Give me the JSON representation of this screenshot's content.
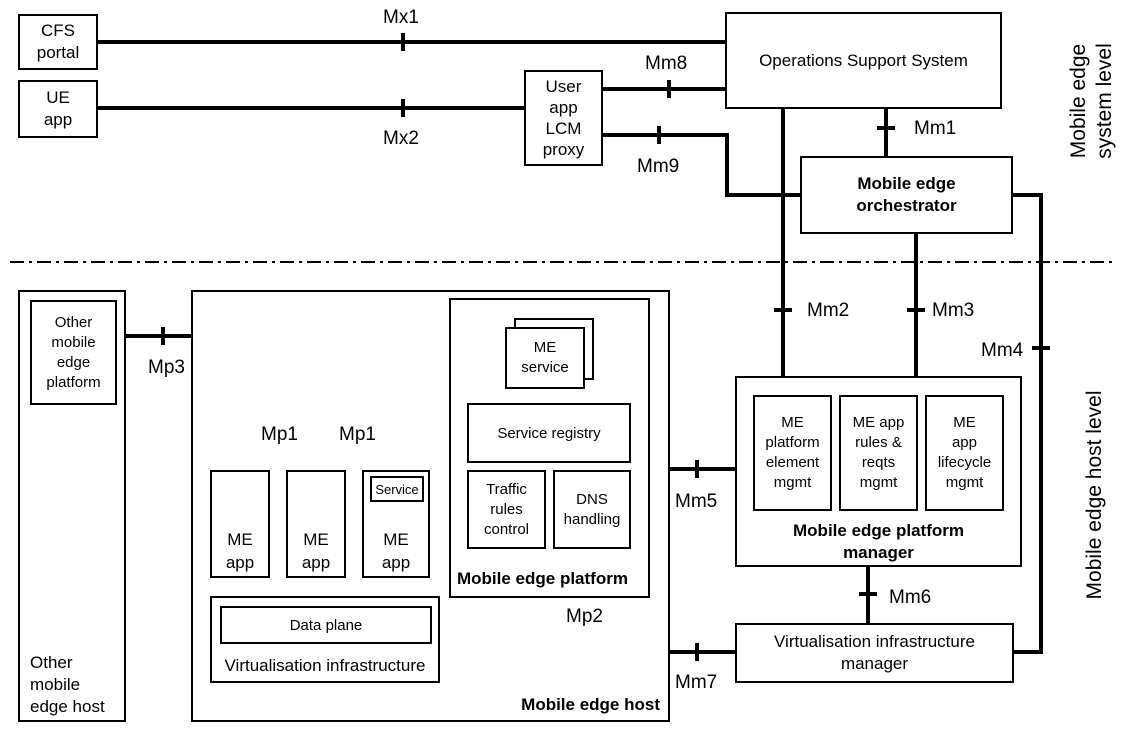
{
  "levels": {
    "system": "Mobile edge\nsystem level",
    "host": "Mobile edge host level"
  },
  "entities": {
    "cfs_portal": "CFS\nportal",
    "ue_app": "UE\napp",
    "user_app_lcm_proxy": "User\napp\nLCM\nproxy",
    "oss": "Operations Support System",
    "orchestrator": "Mobile edge\norchestrator",
    "other_platform": "Other\nmobile\nedge\nplatform",
    "other_host": "Other\nmobile\nedge host",
    "mobile_edge_host": "Mobile edge host",
    "mobile_edge_platform": "Mobile edge platform",
    "me_service": "ME\nservice",
    "service_registry": "Service registry",
    "traffic_rules": "Traffic\nrules\ncontrol",
    "dns_handling": "DNS\nhandling",
    "me_app": "ME\napp",
    "service_small": "Service",
    "data_plane": "Data plane",
    "virt_infra": "Virtualisation infrastructure",
    "platform_manager": "Mobile edge platform\nmanager",
    "me_platform_element_mgmt": "ME\nplatform\nelement\nmgmt",
    "me_app_rules_mgmt": "ME app\nrules &\nreqts\nmgmt",
    "me_app_lifecycle_mgmt": "ME\napp\nlifecycle\nmgmt",
    "vim": "Virtualisation infrastructure\nmanager"
  },
  "reference_points": {
    "mx1": "Mx1",
    "mx2": "Mx2",
    "mm1": "Mm1",
    "mm2": "Mm2",
    "mm3": "Mm3",
    "mm4": "Mm4",
    "mm5": "Mm5",
    "mm6": "Mm6",
    "mm7": "Mm7",
    "mm8": "Mm8",
    "mm9": "Mm9",
    "mp1_left": "Mp1",
    "mp1_right": "Mp1",
    "mp2": "Mp2",
    "mp3": "Mp3"
  }
}
